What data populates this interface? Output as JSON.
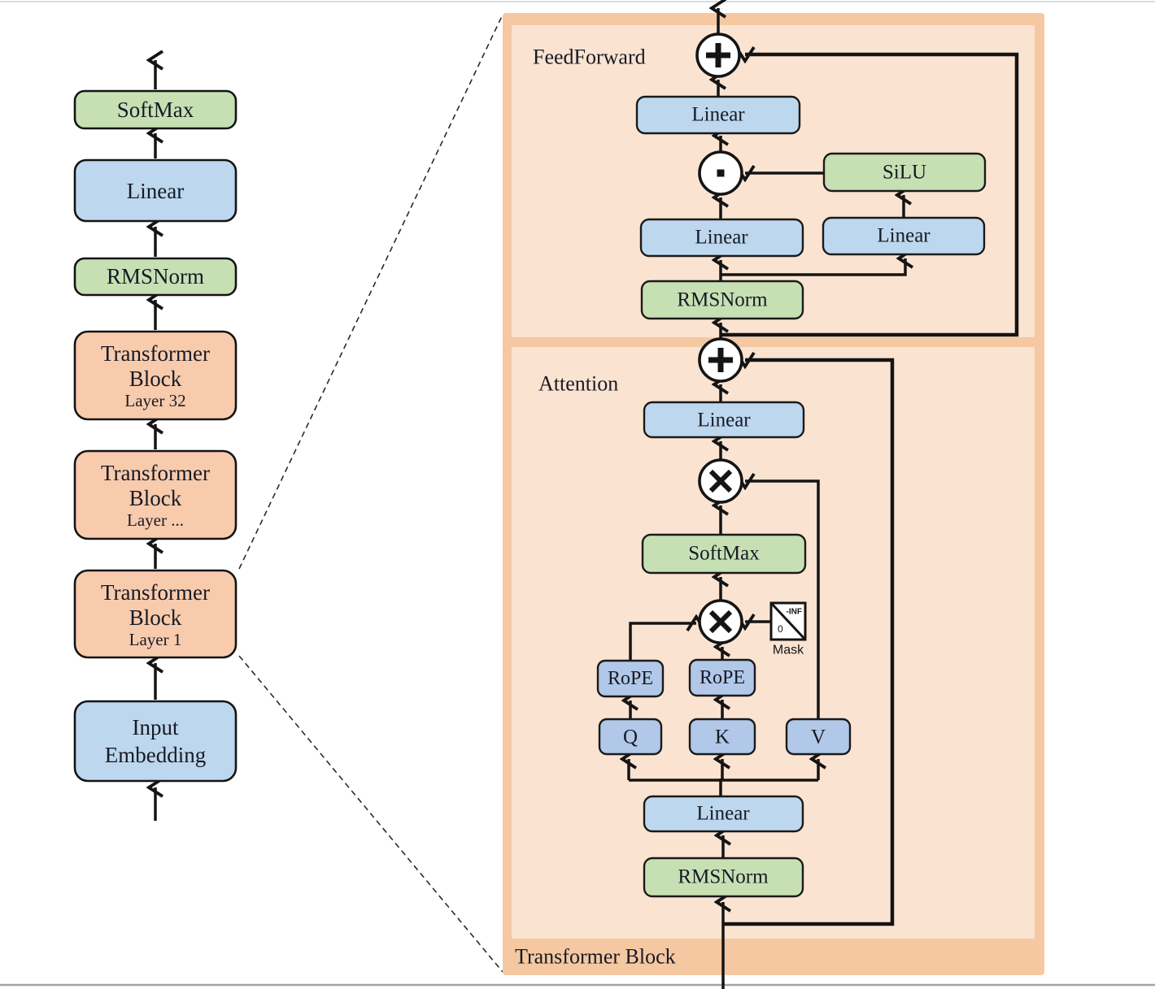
{
  "colors": {
    "panel_outer": "#f5c8a2",
    "panel_inner": "#fbe3d1",
    "orange_block": "#f8cbad",
    "green_block": "#c6e0b4",
    "blue_block": "#bdd7ee",
    "blue_dark_block": "#b1c8e8",
    "mask_fill": "#ffffff"
  },
  "left_column": {
    "softmax_label": "SoftMax",
    "linear_label": "Linear",
    "rmsnorm_label": "RMSNorm",
    "tb32": {
      "line1": "Transformer",
      "line2": "Block",
      "layer": "Layer 32"
    },
    "tb_dots": {
      "line1": "Transformer",
      "line2": "Block",
      "layer": "Layer ..."
    },
    "tb1": {
      "line1": "Transformer",
      "line2": "Block",
      "layer": "Layer 1"
    },
    "input_embedding": {
      "line1": "Input",
      "line2": "Embedding"
    }
  },
  "panel": {
    "transformer_block_label": "Transformer Block",
    "feedforward": {
      "section_label": "FeedForward",
      "out_linear_label": "Linear",
      "silu_label": "SiLU",
      "down_linear_label": "Linear",
      "gate_linear_label": "Linear",
      "rmsnorm_label": "RMSNorm"
    },
    "attention": {
      "section_label": "Attention",
      "out_linear_label": "Linear",
      "softmax_label": "SoftMax",
      "mask": {
        "neg_inf": "-INF",
        "zero": "0",
        "label": "Mask"
      },
      "rope_q_label": "RoPE",
      "rope_k_label": "RoPE",
      "q_label": "Q",
      "k_label": "K",
      "v_label": "V",
      "in_linear_label": "Linear",
      "rmsnorm_label": "RMSNorm"
    },
    "operators": {
      "add": "+",
      "matmul": "×",
      "elementwise_product": "·"
    }
  }
}
